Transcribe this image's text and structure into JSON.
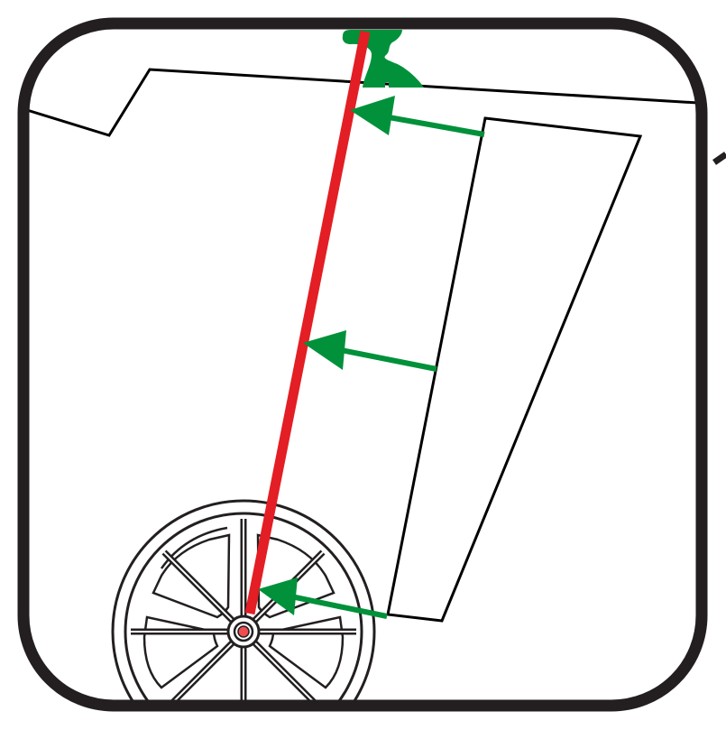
{
  "colors": {
    "background": "#ffffff",
    "frame": "#231f20",
    "outline": "#000000",
    "axis": "#e31e24",
    "arrow": "#00913a",
    "hub": "#f04e4e"
  },
  "icons": {
    "frame": "rounded-square-frame",
    "hinge": "hinge-pivot-icon",
    "wheel": "spoked-wheel-icon"
  },
  "arrows": [
    {
      "name": "top-arrow",
      "direction": "left"
    },
    {
      "name": "middle-arrow",
      "direction": "left"
    },
    {
      "name": "bottom-arrow",
      "direction": "left"
    }
  ]
}
